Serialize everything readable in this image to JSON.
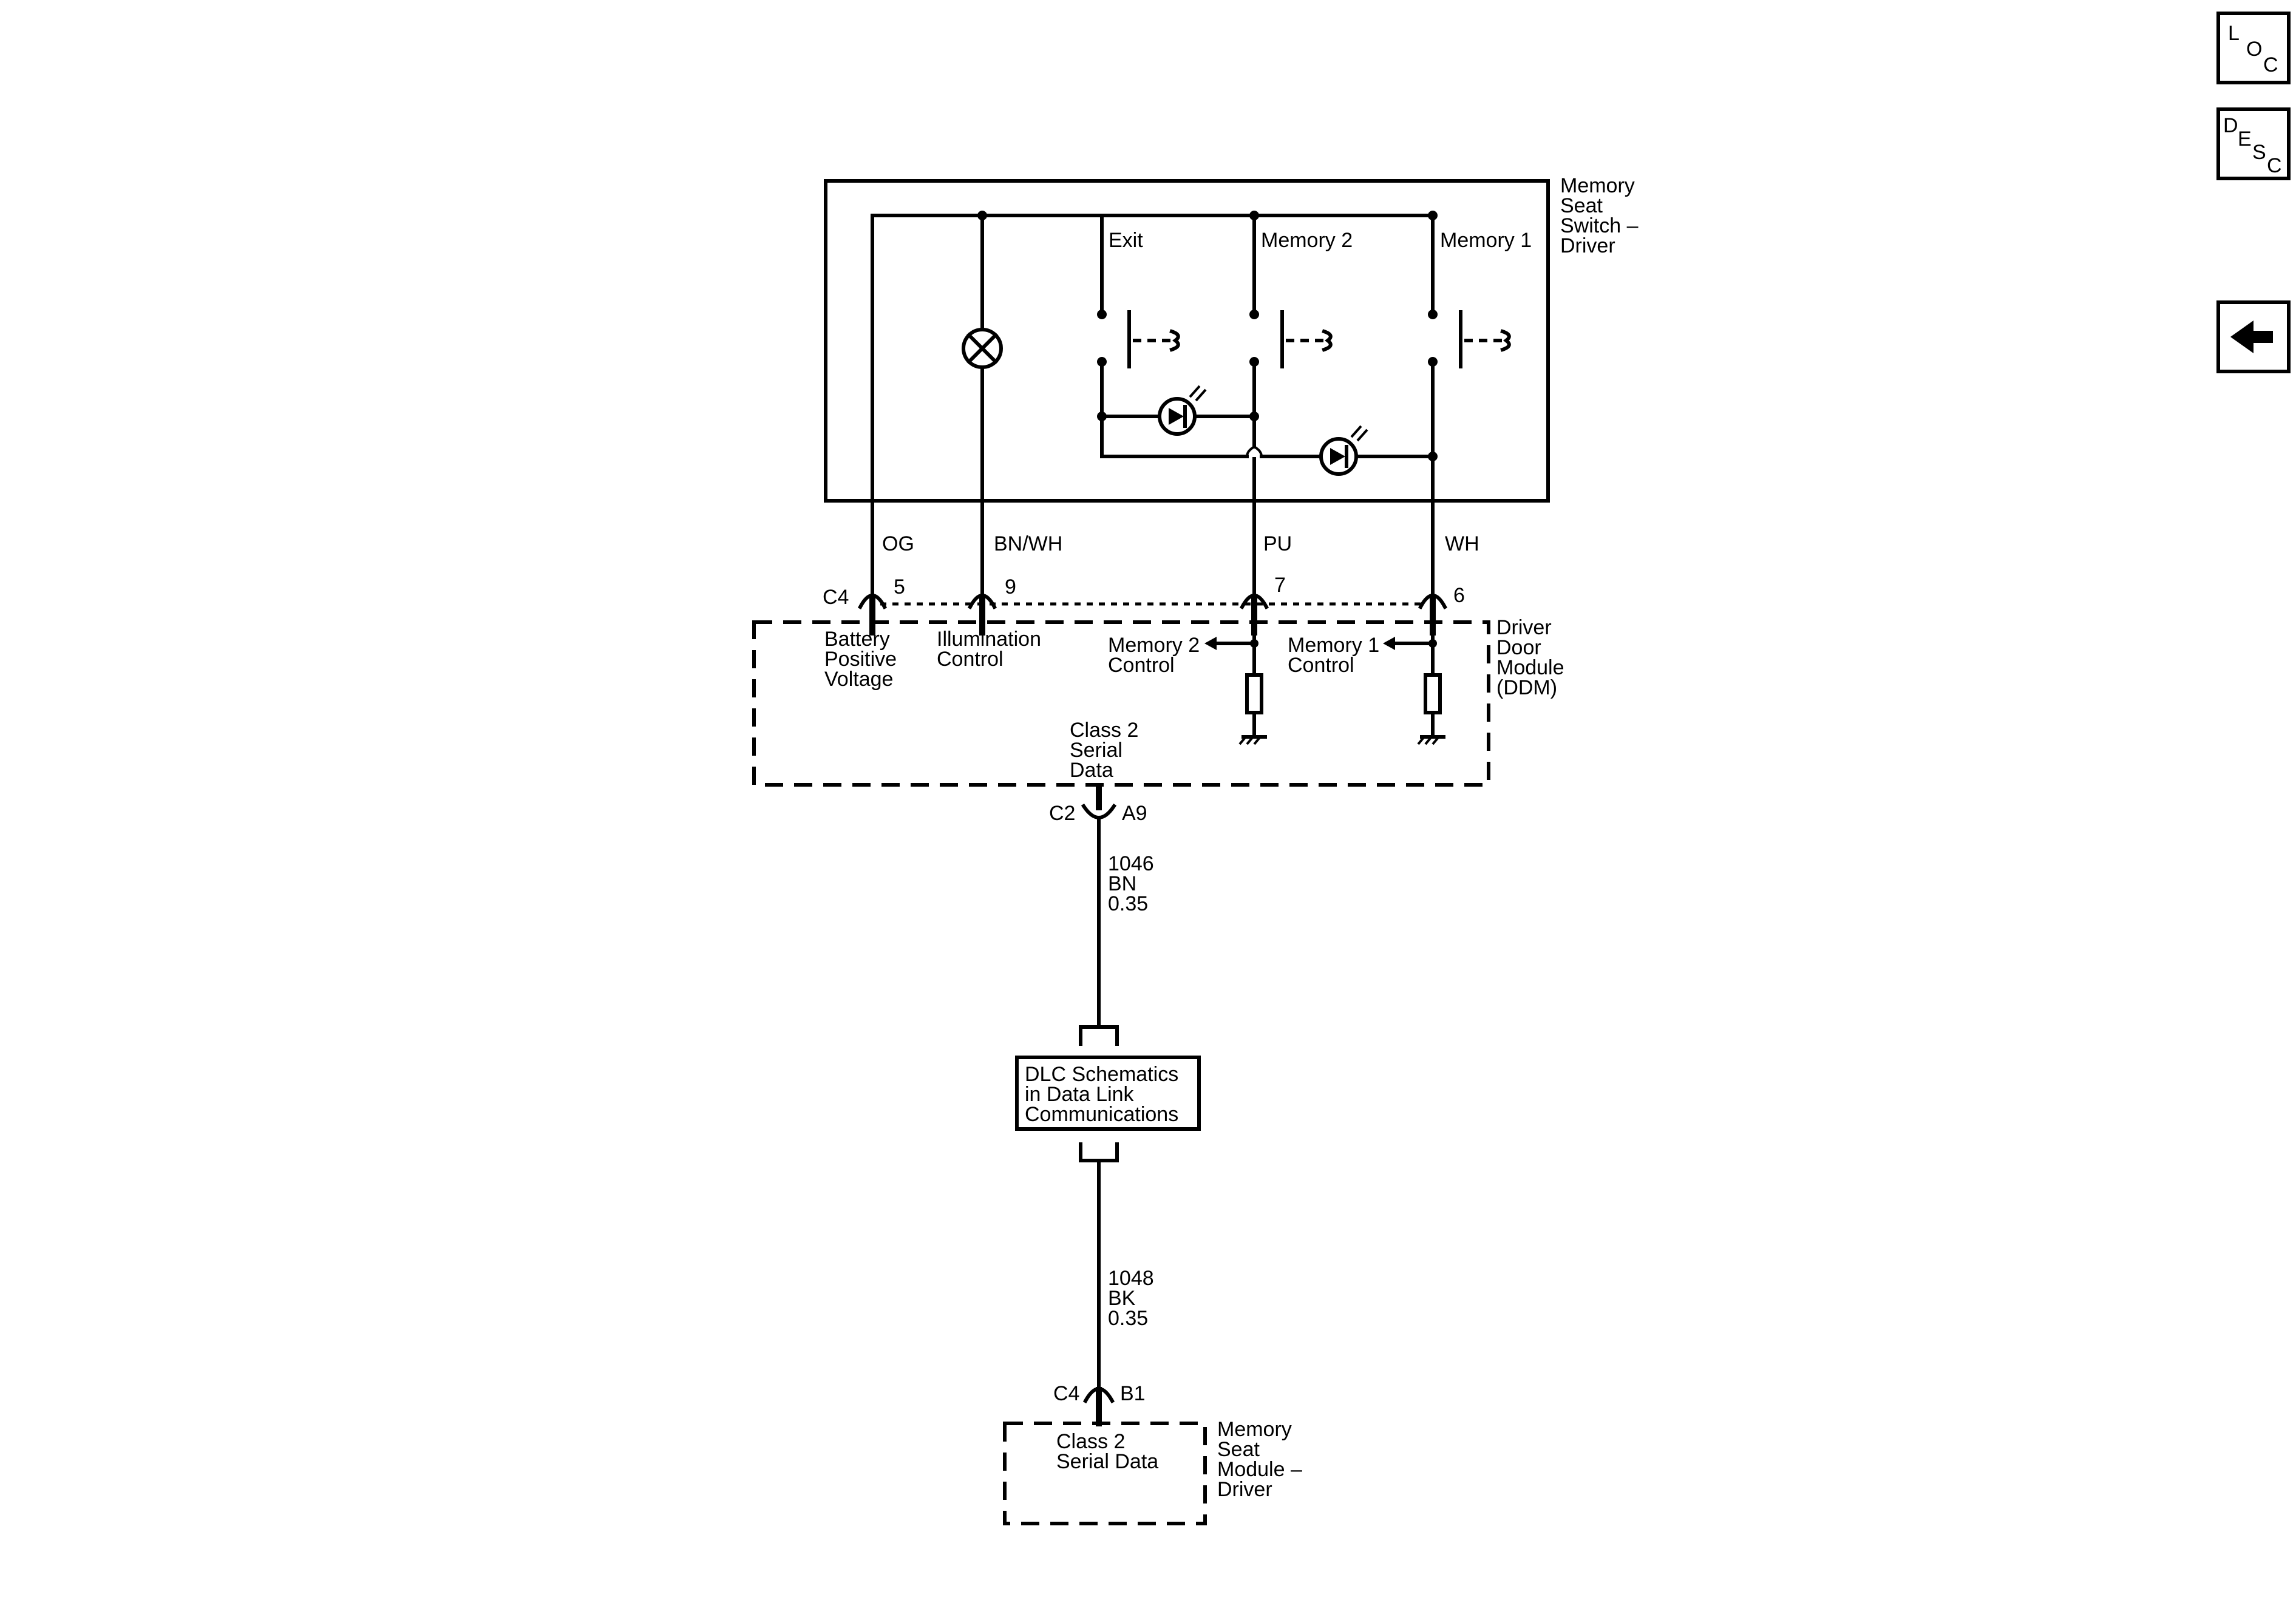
{
  "nav": {
    "loc": {
      "l": "L",
      "o": "O",
      "c": "C"
    },
    "desc": {
      "d": "D",
      "e": "E",
      "s": "S",
      "c": "C"
    },
    "back_icon": "left-arrow-icon"
  },
  "switch_component": {
    "name_lines": [
      "Memory",
      "Seat",
      "Switch –",
      "Driver"
    ],
    "labels": {
      "exit": "Exit",
      "memory2": "Memory 2",
      "memory1": "Memory 1"
    }
  },
  "wires": {
    "og": "OG",
    "bnwh": "BN/WH",
    "pu": "PU",
    "wh": "WH"
  },
  "connector_c4_ddm": {
    "id": "C4",
    "pins": {
      "og": "5",
      "bnwh": "9",
      "pu": "7",
      "wh": "6"
    }
  },
  "ddm": {
    "name_lines": [
      "Driver",
      "Door",
      "Module",
      "(DDM)"
    ],
    "battery_lines": [
      "Battery",
      "Positive",
      "Voltage"
    ],
    "illum_lines": [
      "Illumination",
      "Control"
    ],
    "mem2_lines": [
      "Memory 2",
      "Control"
    ],
    "mem1_lines": [
      "Memory 1",
      "Control"
    ],
    "serial_lines": [
      "Class 2",
      "Serial",
      "Data"
    ]
  },
  "connector_c2": {
    "id": "C2",
    "pin": "A9"
  },
  "wire_1046": {
    "lines": [
      "1046",
      "BN",
      "0.35"
    ]
  },
  "dlc_box": {
    "lines": [
      "DLC Schematics",
      "in Data Link",
      "Communications"
    ]
  },
  "wire_1048": {
    "lines": [
      "1048",
      "BK",
      "0.35"
    ]
  },
  "connector_c4_msm": {
    "id": "C4",
    "pin": "B1"
  },
  "msm": {
    "serial_lines": [
      "Class 2",
      "Serial Data"
    ],
    "name_lines": [
      "Memory",
      "Seat",
      "Module –",
      "Driver"
    ]
  }
}
